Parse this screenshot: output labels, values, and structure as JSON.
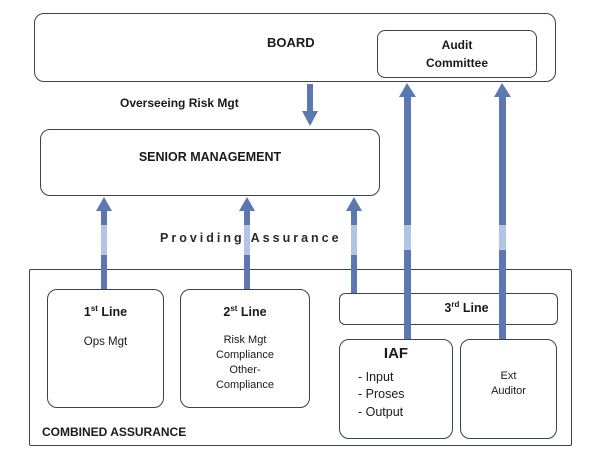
{
  "board": {
    "label": "BOARD"
  },
  "audit_committee": {
    "line1": "Audit",
    "line2": "Committee"
  },
  "overseeing": {
    "label": "Overseeing Risk Mgt"
  },
  "senior_management": {
    "label": "SENIOR MANAGEMENT"
  },
  "providing_assurance": {
    "label": "Providing Assurance"
  },
  "combined_assurance": {
    "label": "COMBINED ASSURANCE"
  },
  "first_line": {
    "num": "1",
    "sup": "st",
    "word": "Line",
    "desc": "Ops Mgt"
  },
  "second_line": {
    "num": "2",
    "sup": "st",
    "word": "Line",
    "items": [
      "Risk Mgt",
      "Compliance",
      "Other-",
      "Compliance"
    ]
  },
  "third_line": {
    "num": "3",
    "sup": "rd",
    "word": "Line"
  },
  "iaf": {
    "title": "IAF",
    "items": [
      "- Input",
      "- Proses",
      "- Output"
    ]
  },
  "ext_auditor": {
    "line1": "Ext",
    "line2": "Auditor"
  },
  "colors": {
    "border": "#3c4150",
    "arrow": "#5b78b0",
    "arrow_light": "#b4c4e4"
  }
}
